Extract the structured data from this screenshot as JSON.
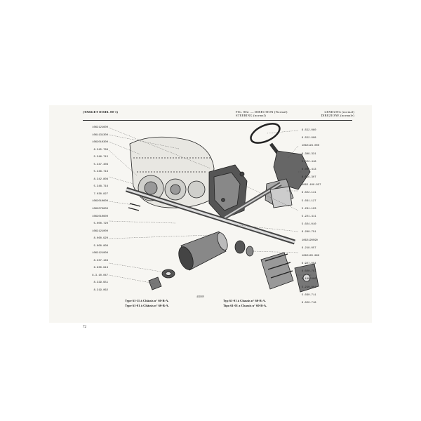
{
  "header": {
    "left": "(TARGET DISEL 80-1)",
    "center_line1": "FIG. 802. — DIRECTION (Normal)",
    "center_line2": "STEERING (normal)",
    "right_line1": "LENKUNG (normal)",
    "right_line2": "DIREZIONE (normale)"
  },
  "left_labels": [
    "1062121600",
    "1061131300",
    "1062010300",
    "6.345.799",
    "5.346.715",
    "5.347.408",
    "5.346.716",
    "8.342.808",
    "5.348.716",
    "7.030.827",
    "1062010600",
    "1062070600",
    "1062010600",
    "5.000.720",
    "1062121000",
    "8.060.920",
    "5.000.000",
    "1062121000",
    "8.337.163",
    "6.830.913",
    "8.3.10.047",
    "8.329.951",
    "8.319.062"
  ],
  "right_labels": [
    "6.552.060",
    "6.552.008",
    "1062123.000",
    "6.309.331",
    "5.022.418",
    "6.001.413",
    "8.019.307",
    "1062.100.037",
    "6.022.141",
    "5.031.127",
    "5.231.103",
    "5.221.411",
    "5.024.010",
    "6.200.751",
    "1062120590",
    "6.218.057",
    "1062120.990",
    "6.927.054",
    "6.020.797",
    "5.100.000",
    "5.210.801",
    "5.030.711",
    "6.020.718"
  ],
  "captions": {
    "left_line1": "Type 61-11 à Châssis n° 60-B-A.",
    "left_line2": "Type 61-01 à Châssis n° 60-B-A.",
    "right_line1": "Typ 61-01 à Chassis n° 60-B-A.",
    "right_line2": "Tipo 61-01 a Chassis n° 60-B-A."
  },
  "figure_number": "401809",
  "page_number": "72"
}
